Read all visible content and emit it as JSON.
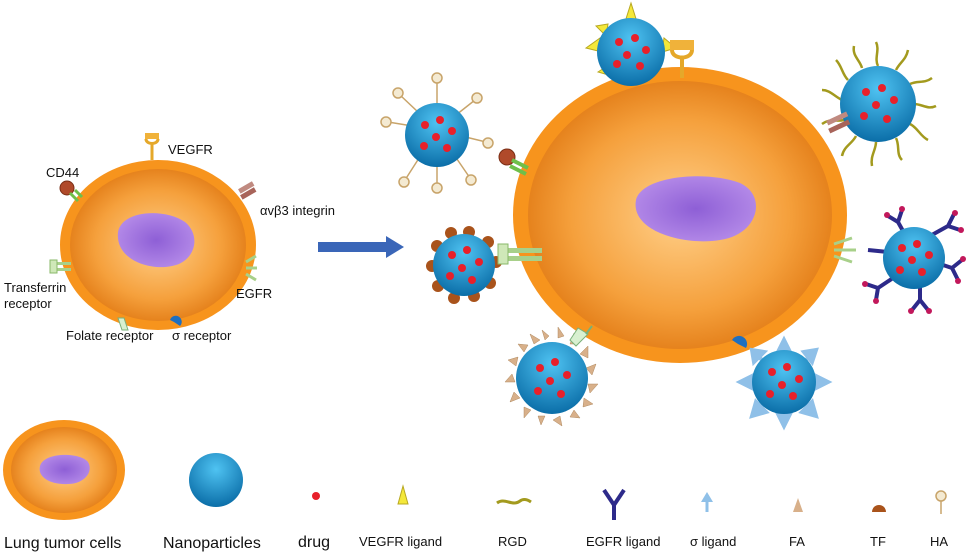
{
  "colors": {
    "membrane": "#f7941d",
    "cytoplasm": "#f39c34",
    "nucleus": "#a47ae0",
    "nanoparticle": "#1a9ad6",
    "drug": "#e8202a",
    "arrow": "#3a66b8",
    "vegfr_ligand": "#f4e83a",
    "rgd": "#a39a1e",
    "egfr_ligand": "#2d2a8a",
    "egfr_ligand_tip": "#c2185b",
    "sigma_ligand": "#8fc0e8",
    "fa": "#d8b08a",
    "tf": "#a9531b",
    "ha": "#c8a46a"
  },
  "small_cell_labels": {
    "vegfr": "VEGFR",
    "cd44": "CD44",
    "integrin": "αvβ3 integrin",
    "transferrin_line1": "Transferrin",
    "transferrin_line2": "receptor",
    "egfr": "EGFR",
    "folate": "Folate receptor",
    "sigma": "σ receptor"
  },
  "legend": {
    "lung_tumor_cells": "Lung tumor cells",
    "nanoparticles": "Nanoparticles",
    "drug": "drug",
    "vegfr_ligand": "VEGFR ligand",
    "rgd": "RGD",
    "egfr_ligand": "EGFR ligand",
    "sigma_ligand": "σ ligand",
    "fa": "FA",
    "tf": "TF",
    "ha": "HA"
  }
}
